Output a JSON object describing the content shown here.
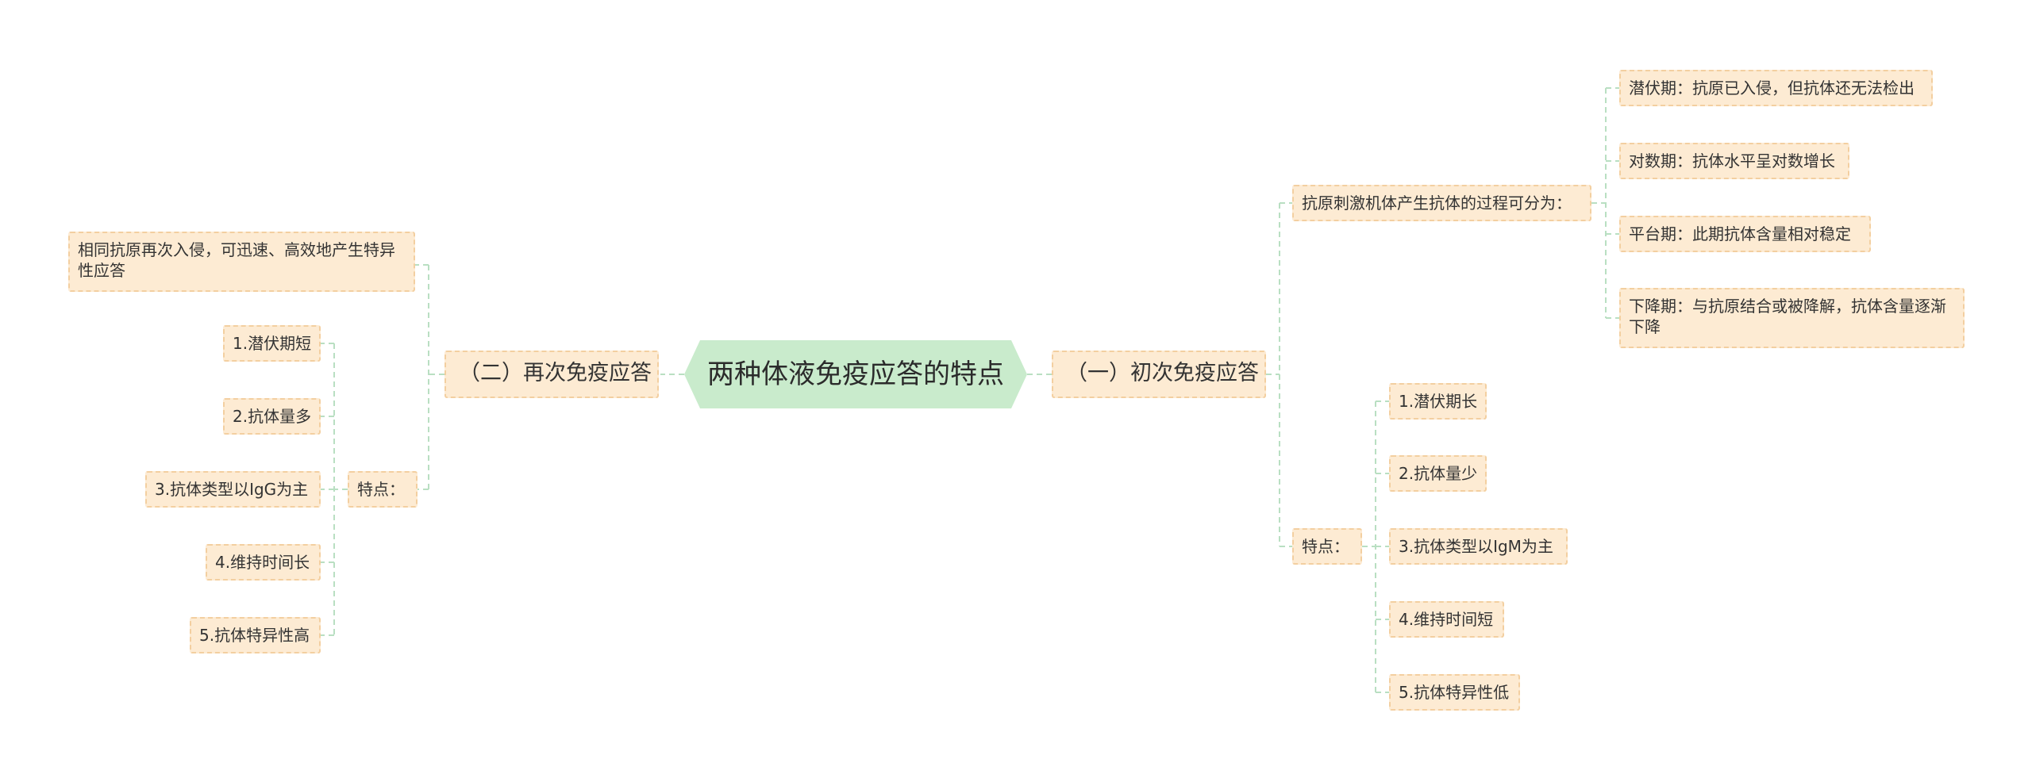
{
  "root": {
    "title": "两种体液免疫应答的特点"
  },
  "primary": {
    "label": "（一）初次免疫应答",
    "process": {
      "label": "抗原刺激机体产生抗体的过程可分为：",
      "stages": [
        "潜伏期：抗原已入侵，但抗体还无法检出",
        "对数期：抗体水平呈对数增长",
        "平台期：此期抗体含量相对稳定",
        "下降期：与抗原结合或被降解，抗体含量逐渐下降"
      ]
    },
    "features": {
      "label": "特点：",
      "items": [
        "1.潜伏期长",
        "2.抗体量少",
        "3.抗体类型以IgM为主",
        "4.维持时间短",
        "5.抗体特异性低"
      ]
    }
  },
  "secondary": {
    "label": "（二）再次免疫应答",
    "description": "相同抗原再次入侵，可迅速、高效地产生特异性应答",
    "features": {
      "label": "特点：",
      "items": [
        "1.潜伏期短",
        "2.抗体量多",
        "3.抗体类型以IgG为主",
        "4.维持时间长",
        "5.抗体特异性高"
      ]
    }
  },
  "colors": {
    "root_fill": "#c9ebcc",
    "node_fill": "#fdebd3",
    "node_border": "#f3cfa0",
    "connector": "#b9dfc2"
  }
}
